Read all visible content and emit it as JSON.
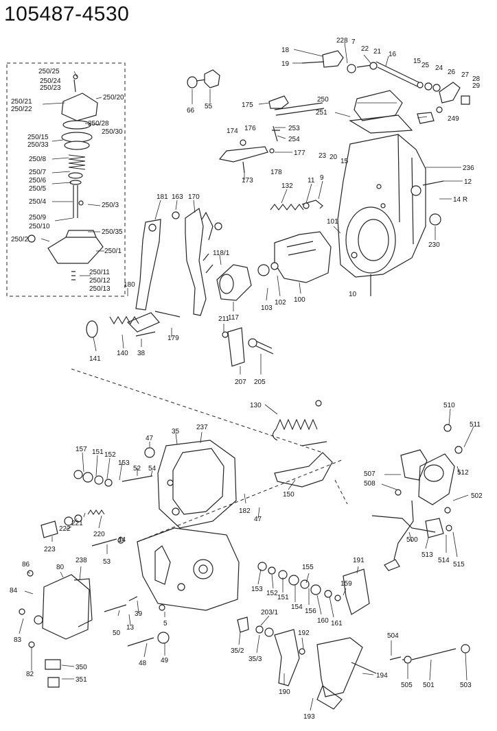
{
  "title": "105487-4530",
  "parts": {
    "p250_25": "250/25",
    "p250_24": "250/24",
    "p250_23": "250/23",
    "p250_20": "250/20",
    "p250_21": "250/21",
    "p250_22": "250/22",
    "p250_28": "250/28",
    "p250_30": "250/30",
    "p250_15": "250/15",
    "p250_33": "250/33",
    "p250_8": "250/8",
    "p250_7": "250/7",
    "p250_6": "250/6",
    "p250_5": "250/5",
    "p250_4": "250/4",
    "p250_3": "250/3",
    "p250_9": "250/9",
    "p250_10": "250/10",
    "p250_35": "250/35",
    "p250_2": "250/2",
    "p250_1": "250/1",
    "p250_11": "250/11",
    "p250_12": "250/12",
    "p250_13": "250/13",
    "p66": "66",
    "p55": "55",
    "p18": "18",
    "p19": "19",
    "p228": "228",
    "p7": "7",
    "p22": "22",
    "p21": "21",
    "p16": "16",
    "p15a": "15",
    "p25": "25",
    "p24": "24",
    "p26": "26",
    "p27": "27",
    "p28": "28",
    "p29": "29",
    "p250": "250",
    "p175": "175",
    "p251": "251",
    "p249": "249",
    "p253": "253",
    "p254": "254",
    "p174": "174",
    "p176": "176",
    "p177": "177",
    "p178": "178",
    "p173": "173",
    "p23": "23",
    "p20": "20",
    "p15b": "15",
    "p236": "236",
    "p12": "12",
    "p14R": "14 R",
    "p230": "230",
    "p132": "132",
    "p11": "11",
    "p9": "9",
    "p181": "181",
    "p163": "163",
    "p170": "170",
    "p101": "101",
    "p118_1": "118/1",
    "p117": "117",
    "p103": "103",
    "p102": "102",
    "p100": "100",
    "p10": "10",
    "p180": "180",
    "p179": "179",
    "p141": "141",
    "p140": "140",
    "p38": "38",
    "p211": "211",
    "p207": "207",
    "p205": "205",
    "p130": "130",
    "p510": "510",
    "p511": "511",
    "p47a": "47",
    "p35": "35",
    "p237": "237",
    "p157": "157",
    "p151a": "151",
    "p152a": "152",
    "p153a": "153",
    "p52": "52",
    "p54": "54",
    "p507": "507",
    "p508": "508",
    "p512": "512",
    "p502": "502",
    "p150": "150",
    "p182": "182",
    "p47b": "47",
    "p222": "222",
    "p221": "221",
    "p220": "220",
    "p223": "223",
    "p53": "53",
    "p14": "14",
    "p500": "500",
    "p513": "513",
    "p514": "514",
    "p515": "515",
    "p86": "86",
    "p80": "80",
    "p238": "238",
    "p155": "155",
    "p191": "191",
    "p153b": "153",
    "p152b": "152",
    "p151b": "151",
    "p154": "154",
    "p156": "156",
    "p159": "159",
    "p160": "160",
    "p161": "161",
    "p84": "84",
    "p39": "39",
    "p50": "50",
    "p13": "13",
    "p5": "5",
    "p203_1": "203/1",
    "p83": "83",
    "p48": "48",
    "p49": "49",
    "p35_2": "35/2",
    "p35_3": "35/3",
    "p192": "192",
    "p504": "504",
    "p350": "350",
    "p82": "82",
    "p351": "351",
    "p190": "190",
    "p194": "194",
    "p505": "505",
    "p501": "501",
    "p503": "503",
    "p193": "193"
  }
}
